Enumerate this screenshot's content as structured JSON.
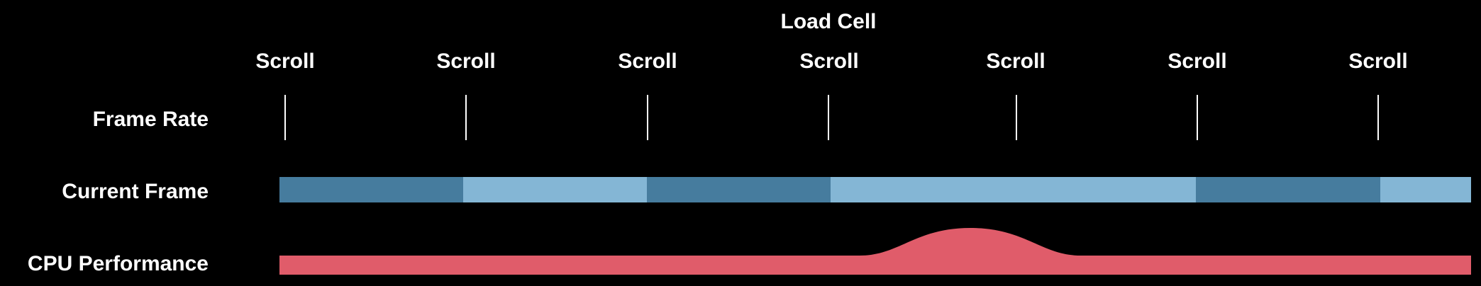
{
  "top_label": "Load Cell",
  "scroll_labels": [
    "Scroll",
    "Scroll",
    "Scroll",
    "Scroll",
    "Scroll",
    "Scroll",
    "Scroll"
  ],
  "row_labels": {
    "frame_rate": "Frame Rate",
    "current_frame": "Current Frame",
    "cpu_performance": "CPU Performance"
  },
  "colors": {
    "background": "#000000",
    "frame_dark": "#467c9e",
    "frame_light": "#84b6d5",
    "cpu": "#e05c6a",
    "tick": "#ffffff",
    "text": "#ffffff"
  },
  "current_frame_segments": [
    "dark",
    "light",
    "dark",
    "light",
    "dark",
    "light"
  ],
  "cpu_performance_shape": "flat with a single bump during Load Cell"
}
